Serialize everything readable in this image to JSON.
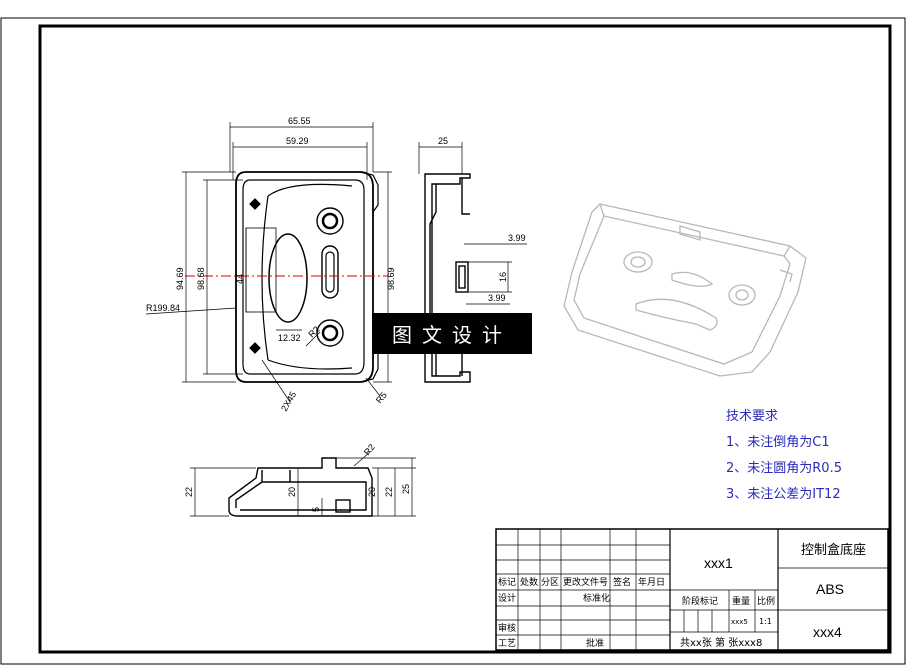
{
  "dims_front": {
    "w_outer": "65.55",
    "w_inner": "59.29",
    "h_left_outer": "94.69",
    "h_left_inner": "98.68",
    "h_center": "44",
    "h_right": "98.69",
    "radius_big": "R199.84",
    "slot_w": "12.32",
    "r_small": "R2",
    "chamfer": "2X45",
    "r_corner": "R5"
  },
  "dims_side": {
    "depth": "25",
    "top_off": "3.99",
    "slot": "16",
    "bot_off": "3.99"
  },
  "dims_bottom": {
    "h_left": "22",
    "h_mid": "20",
    "step": "5",
    "h_right_a": "20",
    "h_right_b": "22",
    "h_right_c": "25",
    "radius": "R2"
  },
  "watermark": "图文设计",
  "requirements": {
    "title": "技术要求",
    "items": [
      "1、未注倒角为C1",
      "2、未注圆角为R0.5",
      "3、未注公差为IT12"
    ]
  },
  "title_block": {
    "headers": [
      "标记",
      "处数",
      "分区",
      "更改文件号",
      "签名",
      "年月日"
    ],
    "design": "设计",
    "standardize": "标准化",
    "review": "审核",
    "process": "工艺",
    "approve": "批准",
    "stage_mark": "阶段标记",
    "weight": "重量",
    "scale": "比例",
    "weight_val": "xxx5",
    "scale_val": "1:1",
    "sheet_info": "共xx张 第 张xxx8",
    "drawing_no": "xxx1",
    "part_name": "控制盒底座",
    "material": "ABS",
    "code": "xxx4"
  }
}
